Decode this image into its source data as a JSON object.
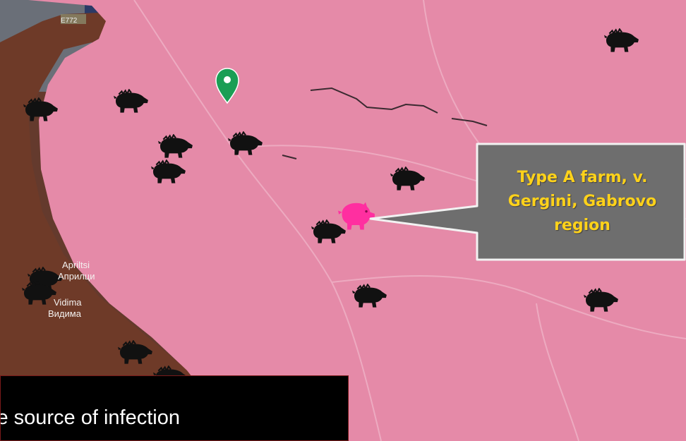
{
  "map": {
    "colors": {
      "infected_zone": "#e58aa8",
      "outside_terrain": "#6b3b2b",
      "wild_boar": "#111111",
      "farm_pig": "#ff2fa0",
      "location_pin": "#1a9e55",
      "callout_bg": "#6e6e6e",
      "callout_text": "#ffd21a"
    },
    "callout": {
      "text": "Type A farm, v. Gergini, Gabrovo region"
    },
    "caption": {
      "text": "le source of infection"
    },
    "labels": {
      "apriltsi_latin": "Apriltsi",
      "apriltsi_cyrillic": "Априлци",
      "vidima_latin": "Vidima",
      "vidima_cyrillic": "Видима",
      "e772": "E772"
    },
    "icons": {
      "wild_boar": "wild-boar-icon",
      "domestic_pig": "pig-icon",
      "pin": "map-pin-icon"
    },
    "wild_boar_count": 15
  }
}
